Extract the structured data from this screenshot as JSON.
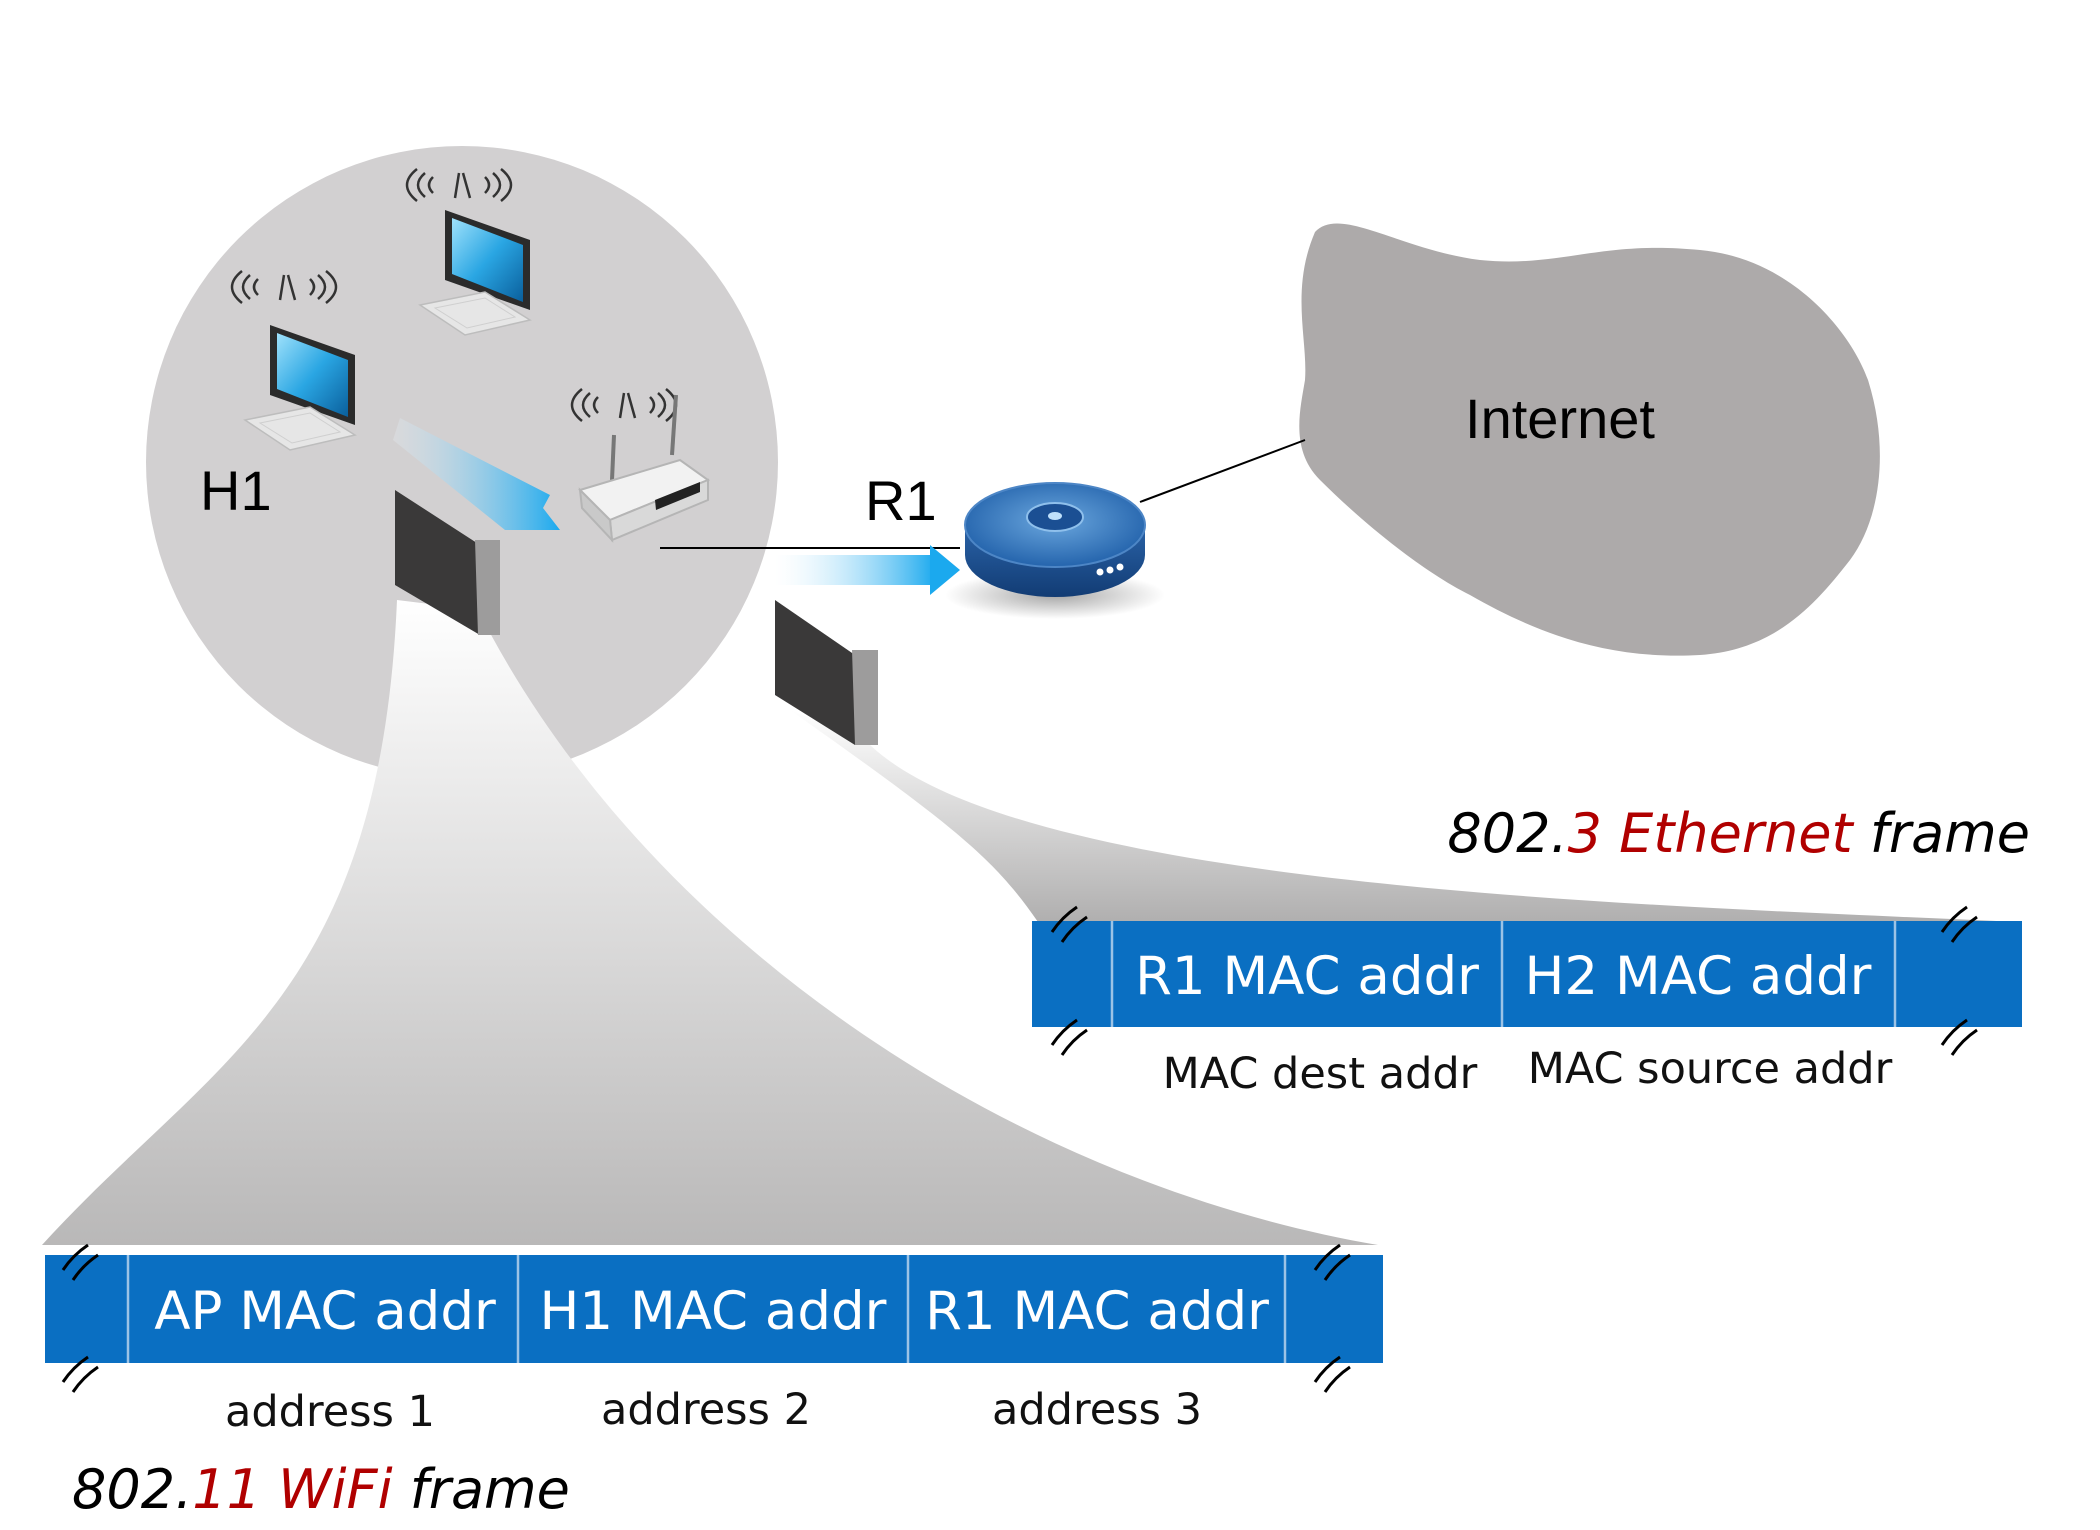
{
  "labels": {
    "host": "H1",
    "router": "R1",
    "internet": "Internet"
  },
  "ethernet_frame": {
    "title_part1": "802.",
    "title_part2": "3 Ethernet",
    "title_part3": " frame",
    "fields": [
      "R1 MAC addr",
      "H2 MAC addr"
    ],
    "captions": [
      "MAC dest addr",
      "MAC source addr"
    ]
  },
  "wifi_frame": {
    "title_part1": "802.",
    "title_part2": "11 WiFi",
    "title_part3": "  frame",
    "fields": [
      "AP MAC addr",
      "H1 MAC addr",
      "R1 MAC addr"
    ],
    "captions": [
      "address 1",
      "address 2",
      "address 3"
    ]
  },
  "colors": {
    "frame_blue": "#0a6fc2",
    "cell_divider": "#9cc3e6",
    "bss_circle": "#d2d0d1",
    "internet_cloud": "#adaaaa",
    "title_red": "#b00000"
  },
  "icons": [
    "laptop-icon",
    "access-point-icon",
    "router-icon",
    "cloud-icon",
    "wifi-signal-icon",
    "break-mark-icon"
  ]
}
